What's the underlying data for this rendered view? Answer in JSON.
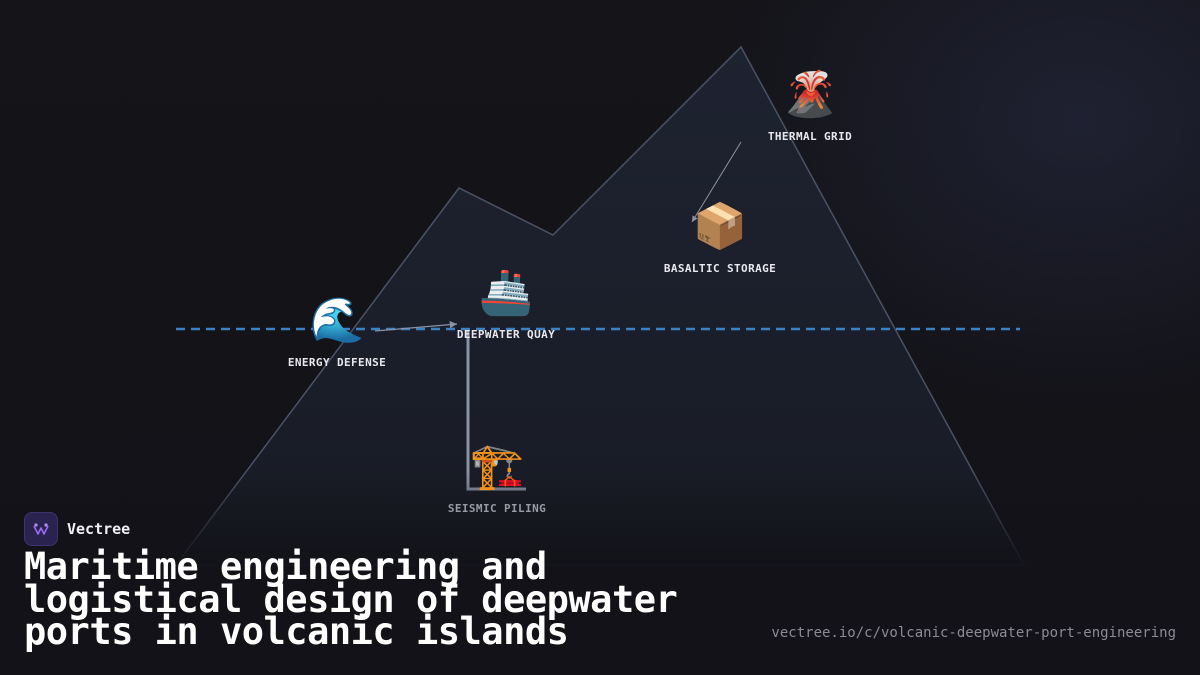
{
  "nodes": {
    "thermal_grid": {
      "icon": "volcano-icon",
      "glyph": "🌋",
      "label": "THERMAL GRID"
    },
    "basaltic_storage": {
      "icon": "package-icon",
      "glyph": "📦",
      "label": "BASALTIC STORAGE"
    },
    "deepwater_quay": {
      "icon": "ship-icon",
      "glyph": "🚢",
      "label": "DEEPWATER QUAY"
    },
    "energy_defense": {
      "icon": "wave-icon",
      "glyph": "🌊",
      "label": "ENERGY DEFENSE"
    },
    "seismic_piling": {
      "icon": "crane-icon",
      "glyph": "🏗️",
      "label": "SEISMIC PILING"
    }
  },
  "brand": {
    "name": "Vectree",
    "logo_icon": "vectree-logo-icon"
  },
  "title": "Maritime engineering and logistical design of deepwater ports in volcanic islands",
  "url": "vectree.io/c/volcanic-deepwater-port-engineering",
  "colors": {
    "background": "#121218",
    "mountain_fill": "#1b1f2b",
    "mountain_stroke": "#4a5266",
    "waterline": "#3b82c4",
    "connector": "#8a93a6"
  }
}
